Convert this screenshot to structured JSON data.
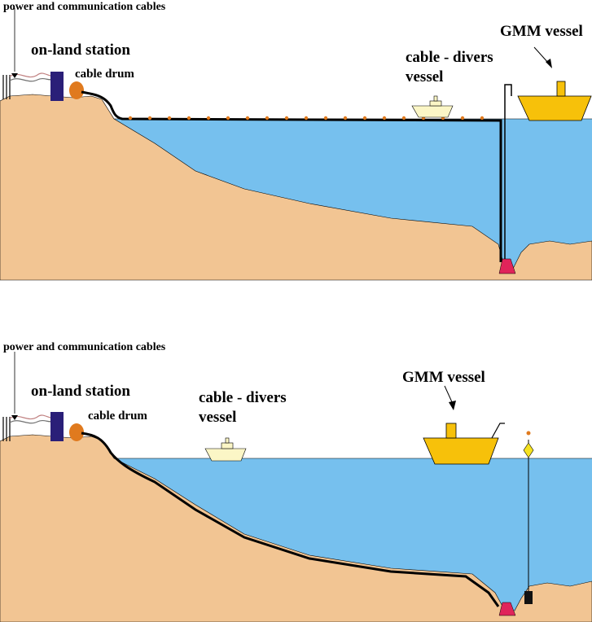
{
  "panels": [
    {
      "id": "top",
      "labels": {
        "cables": "power and communication cables",
        "station": "on-land station",
        "drum": "cable drum",
        "divers_line1": "cable - divers",
        "divers_line2": "vessel",
        "gmm": "GMM vessel"
      }
    },
    {
      "id": "bottom",
      "labels": {
        "cables": "power and communication cables",
        "station": "on-land station",
        "drum": "cable drum",
        "divers_line1": "cable - divers",
        "divers_line2": "vessel",
        "gmm": "GMM vessel"
      }
    }
  ],
  "colors": {
    "sea": "#76c0ee",
    "sand": "#f2c593",
    "station": "#2a1f78",
    "drum": "#e07a1e",
    "gmm_vessel": "#f7c10a",
    "divers_vessel": "#fbf6c6",
    "observatory": "#e0245a",
    "buoy": "#f5e220",
    "cable": "#000000",
    "float": "#e07a1e"
  }
}
